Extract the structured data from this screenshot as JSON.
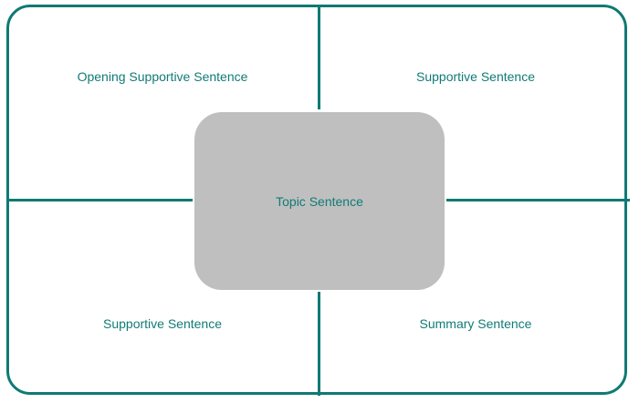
{
  "diagram": {
    "center": {
      "label": "Topic Sentence"
    },
    "quadrants": {
      "top_left": {
        "label": "Opening Supportive Sentence"
      },
      "top_right": {
        "label": "Supportive Sentence"
      },
      "bottom_left": {
        "label": "Supportive Sentence"
      },
      "bottom_right": {
        "label": "Summary Sentence"
      }
    },
    "colors": {
      "accent": "#0e7a73",
      "text": "#107b76",
      "center_fill": "#bfbfbf",
      "background": "#ffffff"
    }
  }
}
